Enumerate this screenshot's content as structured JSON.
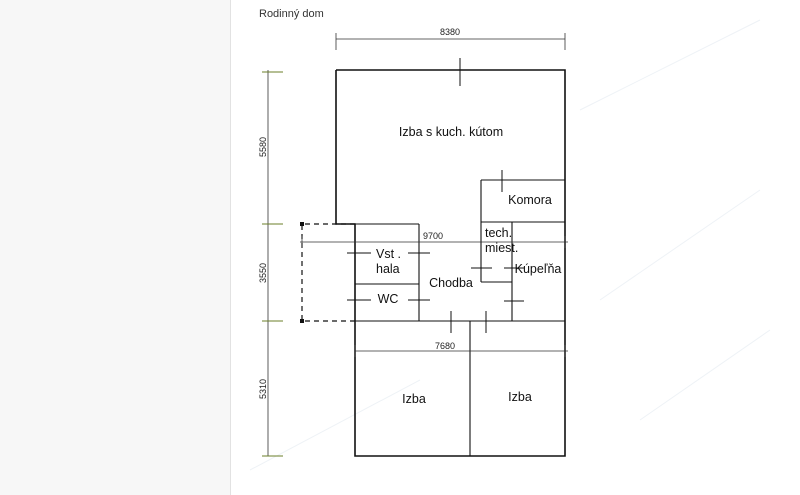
{
  "document": {
    "title": "Rodinný dom"
  },
  "colors": {
    "wall": "#111111",
    "dimension": "#333333",
    "tick": "#6b7f2a",
    "page": "#ffffff",
    "margin": "#f7f7f7"
  },
  "rooms": {
    "living": "Izba s kuch. kútom",
    "pantry": "Komora",
    "tech_line1": "tech.",
    "tech_line2": "miest.",
    "hall_line1": "Vst .",
    "hall_line2": "hala",
    "corridor": "Chodba",
    "bathroom": "Kúpeľňa",
    "wc": "WC",
    "room_left": "Izba",
    "room_right": "Izba"
  },
  "dimensions": {
    "top_width": "8380",
    "middle_width": "9700",
    "lower_width": "7680",
    "height_top": "5580",
    "height_middle": "3550",
    "height_bottom": "5310"
  }
}
